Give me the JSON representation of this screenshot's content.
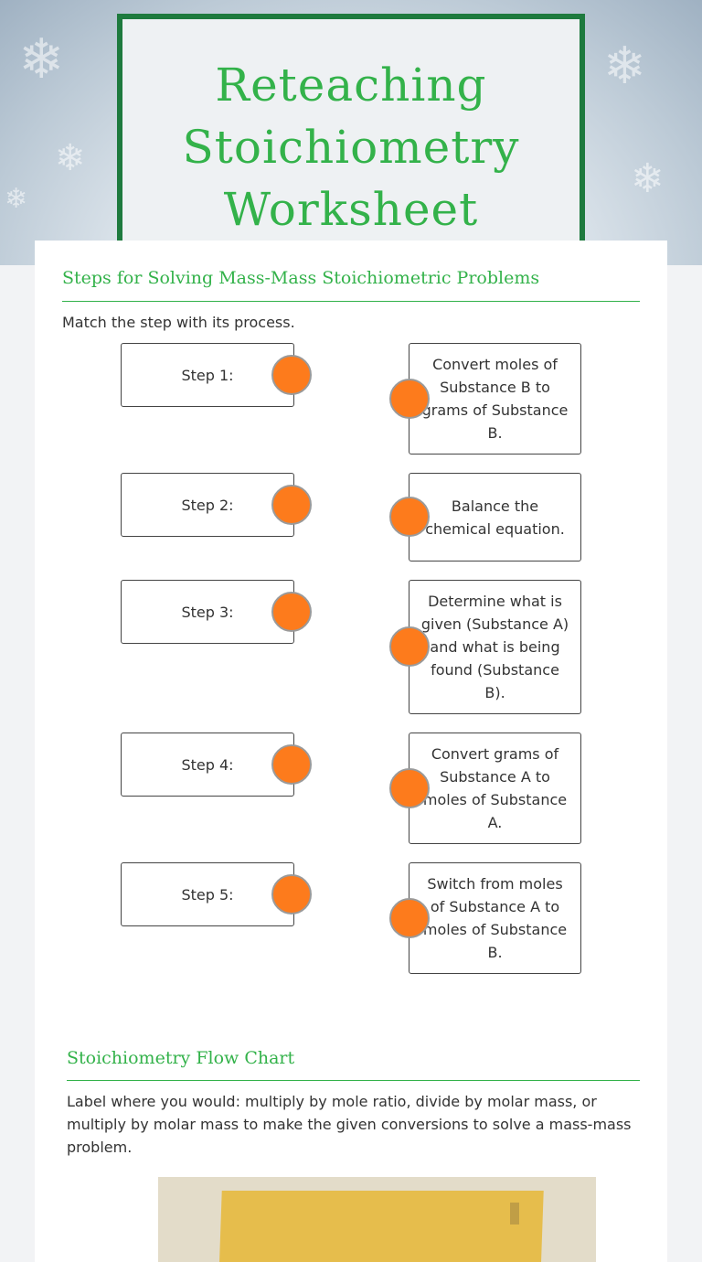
{
  "header": {
    "title": "Reteaching Stoichiometry Worksheet"
  },
  "section1": {
    "title": "Steps for Solving Mass-Mass Stoichiometric Problems",
    "instruction": "Match the step with its process.",
    "steps": [
      "Step 1:",
      "Step 2:",
      "Step 3:",
      "Step 4:",
      "Step 5:"
    ],
    "processes": [
      "Convert moles of Substance B to grams of Substance B.",
      "Balance the chemical equation.",
      "Determine what is given (Substance A) and what is being found (Substance B).",
      "Convert grams of Substance A to moles of Substance A.",
      "Switch from moles of Substance A to moles of Substance B."
    ]
  },
  "section2": {
    "title": "Stoichiometry Flow Chart",
    "instruction": "Label where you would: multiply by mole ratio, divide by molar mass, or multiply by molar mass to make the given conversions to solve a mass-mass problem."
  },
  "colors": {
    "accent_green": "#33b24a",
    "border_green": "#1e7a3e",
    "match_dot": "#fd7b1c"
  }
}
